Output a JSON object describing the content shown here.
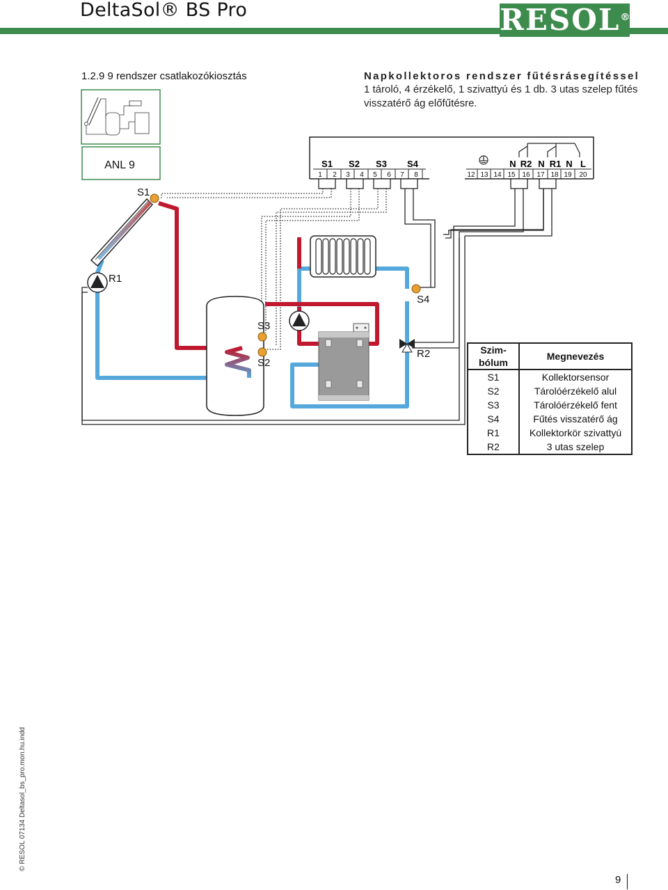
{
  "header": {
    "product_title": "DeltaSol® BS Pro",
    "logo_text": "RESOL",
    "logo_mark": "®"
  },
  "section": {
    "heading": "1.2.9 9 rendszer csatlakozókiosztás",
    "system_title": "Napkollektoros rendszer fűtésrásegítéssel",
    "system_desc": "1 tároló, 4 érzékelő, 1 szivattyú és 1 db. 3 utas szelep fűtés visszatérő ág előfűtésre."
  },
  "diagram": {
    "scheme_label": "ANL 9",
    "terminal_groups": [
      "S1",
      "S2",
      "S3",
      "S4"
    ],
    "terminal_numbers": [
      "1",
      "2",
      "3",
      "4",
      "5",
      "6",
      "7",
      "8",
      "12",
      "13",
      "14",
      "15",
      "16",
      "17",
      "18",
      "19",
      "20"
    ],
    "relay_labels": [
      "N",
      "R2",
      "N",
      "R1",
      "N",
      "L"
    ],
    "sensor_s1": "S1",
    "sensor_s2": "S2",
    "sensor_s3": "S3",
    "sensor_s4": "S4",
    "pump_r1": "R1",
    "valve_r2": "R2",
    "icons": [
      "ground-icon",
      "solar-collector-icon",
      "pump-icon",
      "radiator-icon",
      "storage-tank-icon",
      "boiler-icon",
      "three-way-valve-icon"
    ],
    "colors": {
      "flow_hot": "#c0182e",
      "flow_cold": "#55a8dc",
      "sensor": "#e8a030",
      "brand": "#3d8b4d"
    }
  },
  "table": {
    "headers": [
      "Szim-\nbólum",
      "Megnevezés"
    ],
    "rows": [
      [
        "S1",
        "Kollektorsensor"
      ],
      [
        "S2",
        "Tárolóérzékelő alul"
      ],
      [
        "S3",
        "Tárolóérzékelő fent"
      ],
      [
        "S4",
        "Fűtés visszatérő ág"
      ],
      [
        "R1",
        "Kollektorkör szivattyú"
      ],
      [
        "R2",
        "3 utas szelep"
      ]
    ]
  },
  "footer": {
    "copyright": "© RESOL 07134 Deltasol_bs_pro.mon.hu.indd",
    "page_number": "9"
  }
}
